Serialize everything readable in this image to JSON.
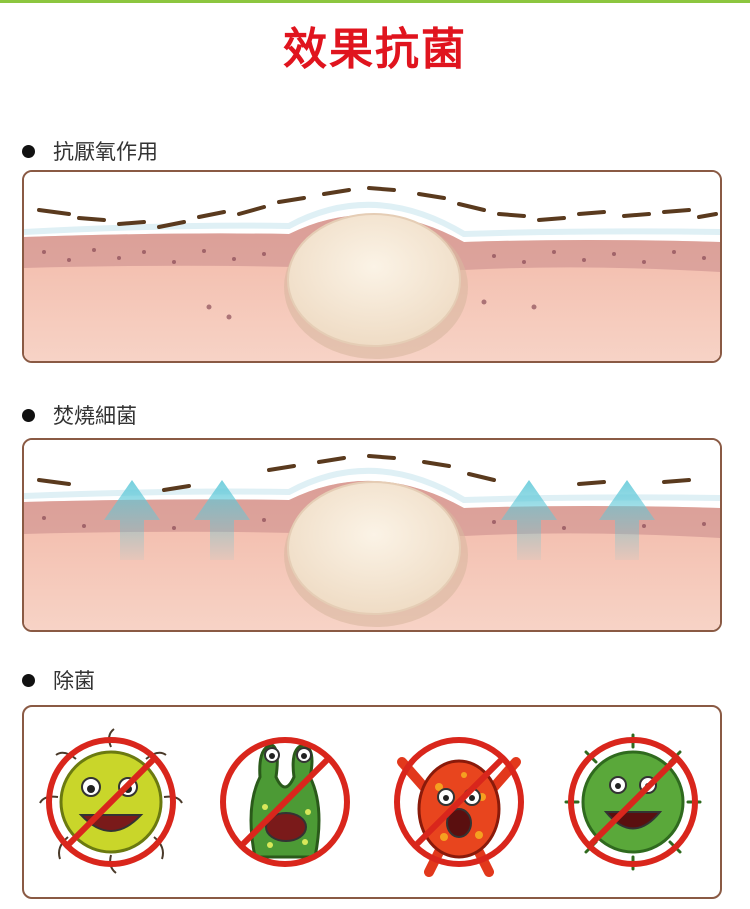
{
  "page": {
    "title": "效果抗菌"
  },
  "sections": [
    {
      "label": "抗厭氧作用"
    },
    {
      "label": "焚燒細菌"
    },
    {
      "label": "除菌"
    }
  ],
  "colors": {
    "title": "#e0141e",
    "accent_rule": "#8cc63f",
    "panel_border": "#8a5a44",
    "skin_light": "#f7cdbf",
    "skin_dark": "#e6a090",
    "pore": "#f4e9d8",
    "arrow": "#5ec8d8",
    "prohibit": "#d9261c"
  },
  "microbes": [
    {
      "icon": "yellow-spiky-germ-icon"
    },
    {
      "icon": "green-tentacle-germ-icon"
    },
    {
      "icon": "red-screaming-germ-icon"
    },
    {
      "icon": "green-fuzzy-germ-icon"
    }
  ]
}
